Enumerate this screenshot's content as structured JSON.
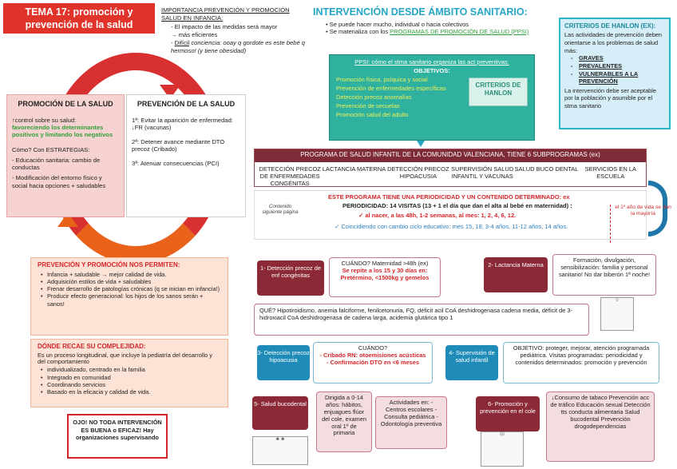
{
  "title": "TEMA 17: promoción y prevención de la salud",
  "importancia": {
    "heading": "IMPORTANCIA PREVENCIÓN Y PROMOCIÓN SALUD EN INFANCIA:",
    "item1_a": "El impacto de las medidas será mayor",
    "item1_b": "→ más eficientes",
    "item2_lead": "Difícil",
    "item2_rest": " conciencia: ooay q gordote es este bebé q hermoso! (y tiene obesidad)"
  },
  "promocion": {
    "title": "PROMOCIÓN DE LA SALUD",
    "control": "↑control sobre su salud:",
    "green": "favoreciendo los determinantes positivos y limitando los negativos",
    "como": "Cómo? Con ESTRATEGIAS:",
    "s1": "- Educación sanitaria: cambio de conductas",
    "s2": "- Modificación del entorno físico y social hacia opciones + saludables"
  },
  "prevencion": {
    "title": "PREVENCIÓN DE LA SALUD",
    "p1": "1ª: Evitar la aparición de enfermedad: ↓FR (vacunas)",
    "p2": "2ª: Detener avance mediante DTO precoz (Cribado)",
    "p3": "3ª: Atenuar consecuencias (PCI)"
  },
  "permiten": {
    "title": "PREVENCIÓN Y PROMOCIÓN NOS PERMITEN:",
    "items": [
      "Infancia + saludable → mejor calidad de vida.",
      "Adquisición estilos de vida + saludables",
      "Frenar desarrollo de patologías crónicas (q se inician en infancia!)",
      "Producir efecto generacional: los hijos de los sanos serán + sanos!"
    ]
  },
  "complejidad": {
    "title": "DÓNDE RECAE SU COMPLEJIDAD:",
    "intro": "Es un proceso longitudinal, que incluye la pediatría del desarrollo y del comportamiento",
    "items": [
      "individualizado, centrado en la familia",
      "Integrado en comunidad",
      "Coordinando servicios",
      "Basado en la eficacia y calidad de vida."
    ]
  },
  "ojo": "OJO! NO TODA INTERVENCIÓN ES BUENA o EFICAZ! Hay organizaciones supervisando",
  "sanitario": {
    "title": "INTERVENCIÓN DESDE ÁMBITO SANITARIO:",
    "b1": "Se puede hacer mucho, individual o hacia colectivos",
    "b2_pre": "Se materializa con los ",
    "b2_link": "PROGRAMAS DE PROMOCIÓN DE SALUD (PPSI)"
  },
  "ppsi": {
    "head_u": "PPSI",
    "head_rest": ": cómo el stma sanitario organiza las act preventivas:",
    "obj": "OBJETIVOS:",
    "items": [
      "Promoción física, psíquica y social",
      "Prevención de enfermedades específicas",
      "Detección precoz anomalías",
      "Prevención de secuelas",
      "Promoción salud del adulto"
    ],
    "button": "CRITERIOS DE HANLON"
  },
  "hanlon": {
    "title": "CRITERIOS DE HANLON (EX):",
    "intro": "Las actividades de prevención deben orientarse a los problemas de salud más:",
    "items": [
      "GRAVES",
      "PREVALENTES",
      "VULNERABLES A LA PREVENCIÓN"
    ],
    "outro": "La intervención debe ser aceptable por la población y asumible por el stma sanitario"
  },
  "programa": {
    "header": "PROGRAMA DE SALUD INFANTIL DE LA COMUNIDAD VALENCIANA, TIENE 6 SUBPROGRAMAS (ex)",
    "cols": [
      "DETECCIÓN PRECOZ DE ENFERMEDADES CONGÉNITAS",
      "LACTANCIA MATERNA",
      "DETECCIÓN PRECOZ HIPOACUSIA",
      "SUPERVISIÓN SALUD INFANTIL Y VACUNAS",
      "SALUD BUCO DENTAL",
      "SERVICIOS EN LA ESCUELA"
    ]
  },
  "periodicidad": {
    "cs": "Contenido siguiente página",
    "l1": "ESTE PROGRAMA TIENE UNA PERIODICIDAD Y UN CONTENIDO DETERMINADO: ex",
    "l2": "PERIODICIDAD: 14 VISITAS (13 + 1 el día que dan el alta al bebé en maternidad) :",
    "l3": "✓ al nacer, a las 48h, 1-2 semanas, al mes: 1, 2, 4, 6, 12.",
    "l4": "✓ Coincidiendo con cambio ciclo educativo: mes 15, 18; 3-4 años, 11-12 años, 14 años.",
    "side": "el 1º año de vida se dan la mayoría"
  },
  "sub": {
    "s1": "1- Detección precoz de enf congénitas",
    "s1_box_a": "CUÁNDO? Maternidad >48h (ex)",
    "s1_box_b": "Se repite a los 15 y 30 días en: Pretérmino, <1500kg y gemelos",
    "s2": "2- Lactancia Materna",
    "s2_box": "Formación, divulgación, sensibilización: familia y personal sanitario! No dar biberón 1ª noche!",
    "que": "QUÉ? Hipotiroidismo, anemia falciforme, fenilcetonuria, FQ, déficit acil CoA deshidrogenasa cadena media, déficit de 3-hidroxiacil CoA deshidrogenasa de cadena larga, acidemia glutárica tipo 1",
    "s3": "3- Detección precoz hipoacusia",
    "s3_box_a": "CUÁNDO?",
    "s3_box_b": "- Cribado RN: otoemisiones acústicas",
    "s3_box_c": "- Confirmación DTO en <6 meses",
    "s4": "4- Supervisión de salud infantil",
    "s4_box": "OBJETIVO: proteger, mejorar, atención programada pediátrica. Visitas programadas: periodicidad y contenidos determinados: promoción y prevención",
    "s5": "5- Salud bucodental",
    "s5_box_a": "Dirigida a 0-14 años: hábitos, enjuagues flúor del cole, examen oral 1º de primaria",
    "s5_box_b": "Actividades en: - Centros escolares - Consulta pediátrica - Odontología preventiva",
    "s6": "6- Promoción y prevención en el cole",
    "s6_box": "↓Consumo de tabaco Prevención acc de tráfico Educación sexual Detección tts conducta alimentaria Salud bucodental Prevención drogodependencias"
  }
}
